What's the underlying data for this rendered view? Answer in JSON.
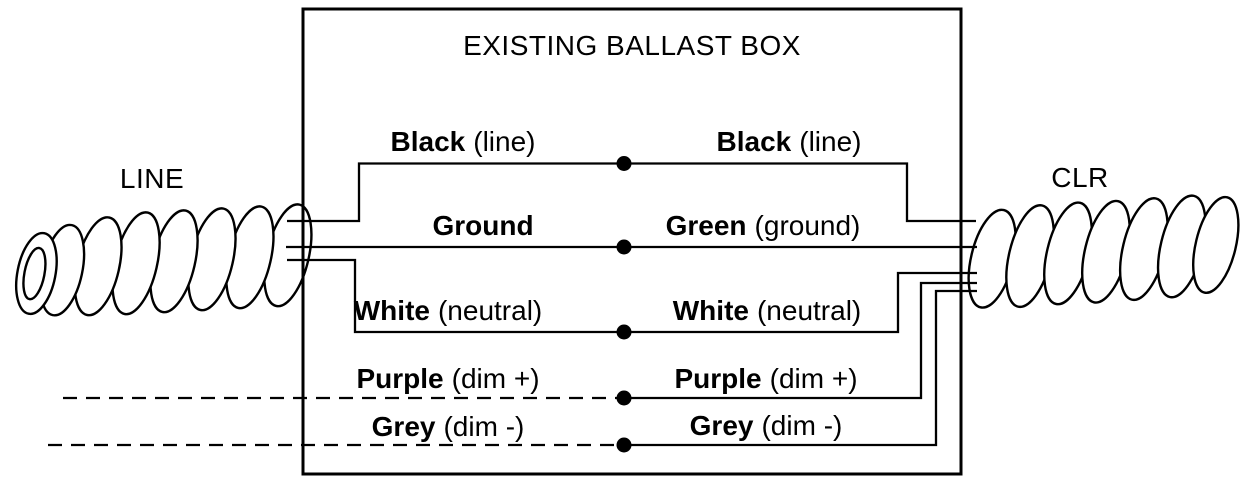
{
  "diagram": {
    "title": "EXISTING BALLAST BOX",
    "left_end_label": "LINE",
    "right_end_label": "CLR",
    "colors": {
      "ink": "#000000",
      "background": "#ffffff"
    },
    "junction_dot_count": 5,
    "wires": [
      {
        "id": "black",
        "left": {
          "name": "Black",
          "desc": "(line)"
        },
        "right": {
          "name": "Black",
          "desc": "(line)"
        },
        "left_line_style": "solid"
      },
      {
        "id": "ground",
        "left": {
          "name": "Ground",
          "desc": ""
        },
        "right": {
          "name": "Green",
          "desc": "(ground)"
        },
        "left_line_style": "solid"
      },
      {
        "id": "white",
        "left": {
          "name": "White",
          "desc": "(neutral)"
        },
        "right": {
          "name": "White",
          "desc": "(neutral)"
        },
        "left_line_style": "solid"
      },
      {
        "id": "purple",
        "left": {
          "name": "Purple",
          "desc": "(dim +)"
        },
        "right": {
          "name": "Purple",
          "desc": "(dim +)"
        },
        "left_line_style": "dashed"
      },
      {
        "id": "grey",
        "left": {
          "name": "Grey",
          "desc": "(dim -)"
        },
        "right": {
          "name": "Grey",
          "desc": "(dim -)"
        },
        "left_line_style": "dashed"
      }
    ]
  }
}
